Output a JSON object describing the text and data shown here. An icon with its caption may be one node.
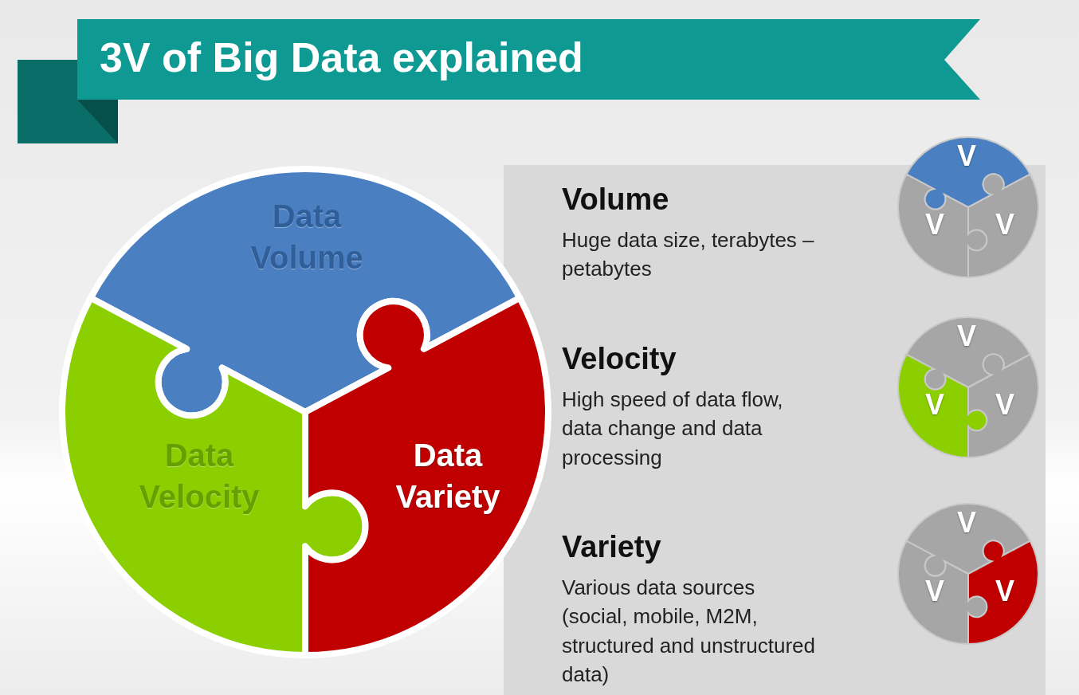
{
  "diagram": {
    "title": "3V of Big Data explained",
    "nodes": [
      {
        "text": [
          "Data Volume"
        ]
      },
      {
        "text": [
          "Data Velocity"
        ]
      },
      {
        "text": [
          "Data Variety"
        ]
      },
      {
        "text": [
          "Volume",
          "Huge data size, terabytes – petabytes",
          "Velocity",
          "High speed of data flow, data change and data processing",
          "Variety",
          "Various data sources (social, mobile, M2M, structured and unstructured data)"
        ]
      }
    ],
    "edges": [],
    "labels": [
      "V",
      "V",
      "V",
      "V",
      "V",
      "V",
      "V",
      "V",
      "V"
    ]
  }
}
